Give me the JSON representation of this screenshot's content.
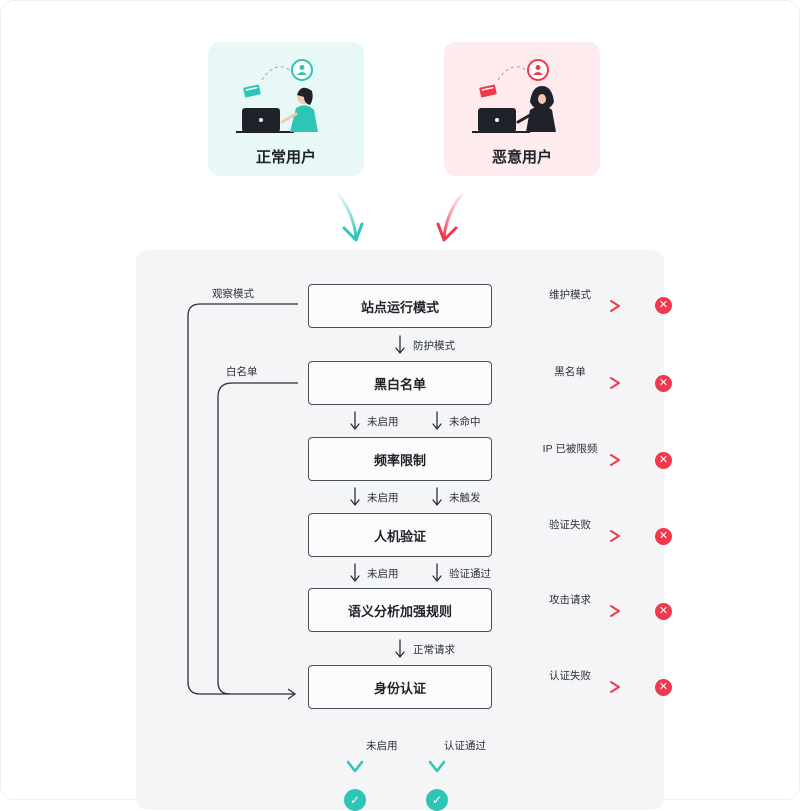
{
  "users": {
    "normal": {
      "label": "正常用户",
      "color": "#2ec4b6"
    },
    "malicious": {
      "label": "恶意用户",
      "color": "#f0394d"
    }
  },
  "flow": {
    "nodes": [
      {
        "label": "站点运行模式",
        "reject_label": "维护模式"
      },
      {
        "label": "黑白名单",
        "reject_label": "黑名单"
      },
      {
        "label": "频率限制",
        "reject_label": "IP 已被限频"
      },
      {
        "label": "人机验证",
        "reject_label": "验证失败"
      },
      {
        "label": "语义分析加强规则",
        "reject_label": "攻击请求"
      },
      {
        "label": "身份认证",
        "reject_label": "认证失败"
      }
    ],
    "transitions": [
      [
        "防护模式"
      ],
      [
        "未启用",
        "未命中"
      ],
      [
        "未启用",
        "未触发"
      ],
      [
        "未启用",
        "验证通过"
      ],
      [
        "正常请求"
      ]
    ],
    "bypass_labels": [
      "观察模式",
      "白名单"
    ],
    "final_labels": [
      "未启用",
      "认证通过"
    ]
  },
  "icons": {
    "reject": "close-circle-icon",
    "pass": "check-circle-icon"
  }
}
